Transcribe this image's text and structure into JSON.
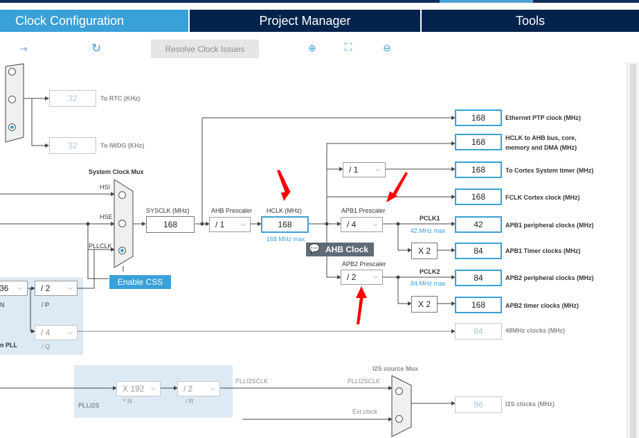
{
  "tabs": [
    {
      "label": "Clock Configuration",
      "active": true
    },
    {
      "label": "Project Manager",
      "active": false
    },
    {
      "label": "Tools",
      "active": false
    }
  ],
  "toolbar": {
    "resolve_label": "Resolve Clock Issues",
    "icons": [
      "reset-icon",
      "refresh-icon",
      "zoom-in-icon",
      "fit-screen-icon",
      "zoom-out-icon"
    ]
  },
  "rtc": {
    "value": "32",
    "label": "To RTC (KHz)"
  },
  "iwdg": {
    "value": "32",
    "label": "To IWDG (KHz)"
  },
  "sysmux": {
    "title": "System Clock Mux",
    "hsi": "HSI",
    "hse": "HSE",
    "pllclk": "PLLCLK"
  },
  "enable_css": "Enable CSS",
  "sysclk": {
    "label": "SYSCLK (MHz)",
    "value": "168"
  },
  "ahb": {
    "label": "AHB Prescaler",
    "value": "/ 1"
  },
  "hclk": {
    "label": "HCLK (MHz)",
    "value": "168",
    "max": "168 MHz max"
  },
  "tooltip": "AHB Clock",
  "apb1": {
    "label": "APB1 Prescaler",
    "value": "/ 4",
    "pclk": "PCLK1",
    "max": "42 MHz max"
  },
  "apb2": {
    "label": "APB2 Prescaler",
    "value": "/ 2",
    "pclk": "PCLK2",
    "max": "84 MHz max"
  },
  "cortex_div": "/ 1",
  "x2a": "X 2",
  "x2b": "X 2",
  "outputs": [
    {
      "value": "168",
      "label": "Ethernet PTP clock (MHz)"
    },
    {
      "value": "168",
      "label": "HCLK to AHB bus, core,",
      "label2": "memory and DMA (MHz)"
    },
    {
      "value": "168",
      "label": "To Cortex System timer (MHz)"
    },
    {
      "value": "168",
      "label": "FCLK Cortex clock (MHz)"
    },
    {
      "value": "42",
      "label": "APB1 peripheral clocks (MHz)"
    },
    {
      "value": "84",
      "label": "APB1 Timer clocks (MHz)"
    },
    {
      "value": "84",
      "label": "APB2 peripheral clocks (MHz)"
    },
    {
      "value": "168",
      "label": "APB2 timer clocks (MHz)"
    },
    {
      "value": "84",
      "label": "48MHz clocks (MHz)"
    }
  ],
  "pll": {
    "n_value": "36",
    "n_label": "N",
    "p_value": "/ 2",
    "p_label": "/ P",
    "q_value": "/ 4",
    "q_label": "/ Q",
    "title": "n PLL"
  },
  "plli2s": {
    "title": "PLLI2S",
    "n_value": "X 192",
    "n_label": "* N",
    "r_value": "/ 2",
    "r_label": "/ R",
    "clk": "PLLI2SCLK"
  },
  "i2s": {
    "mux_title": "I2S source Mux",
    "in1": "PLLI2SCLK",
    "in2": "Ext.clock",
    "value": "96",
    "label": "I2S clocks (MHz)"
  },
  "colors": {
    "nav_dark": "#03234b",
    "accent": "#3aa0d8",
    "arrow": "#ff0000"
  }
}
